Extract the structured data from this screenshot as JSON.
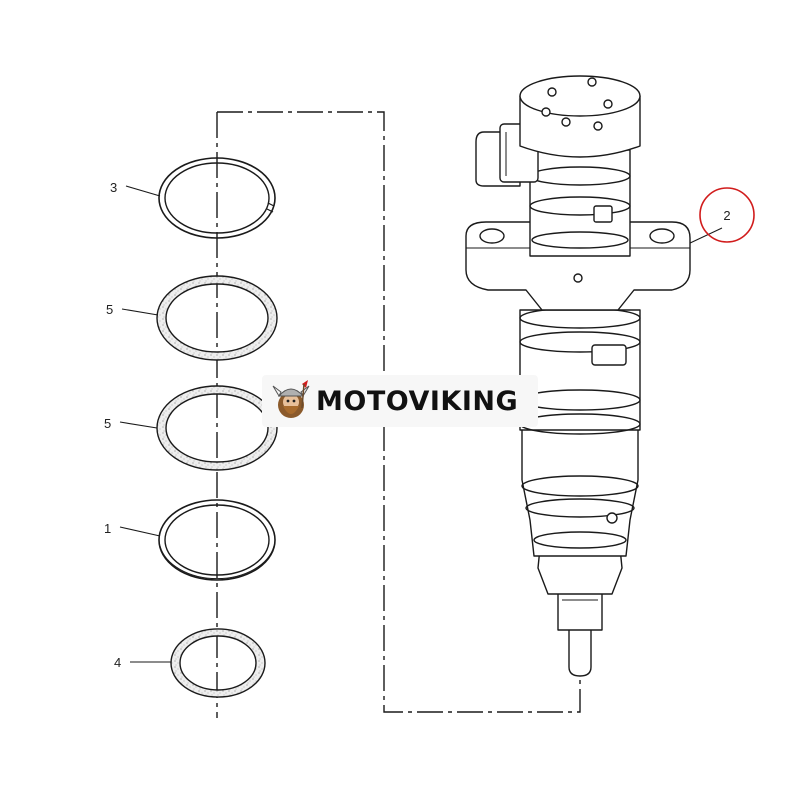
{
  "callouts": {
    "ring_top": "3",
    "gasket_a": "5",
    "gasket_b": "5",
    "ring_mid": "1",
    "seal_bottom": "4",
    "injector": "2"
  },
  "watermark": {
    "brand": "MOTOVIKING"
  },
  "colors": {
    "line": "#1a1a1a",
    "highlight_circle": "#d11c1c",
    "gasket_fill": "#e9e9e9",
    "watermark_bg": "#f7f7f7"
  }
}
